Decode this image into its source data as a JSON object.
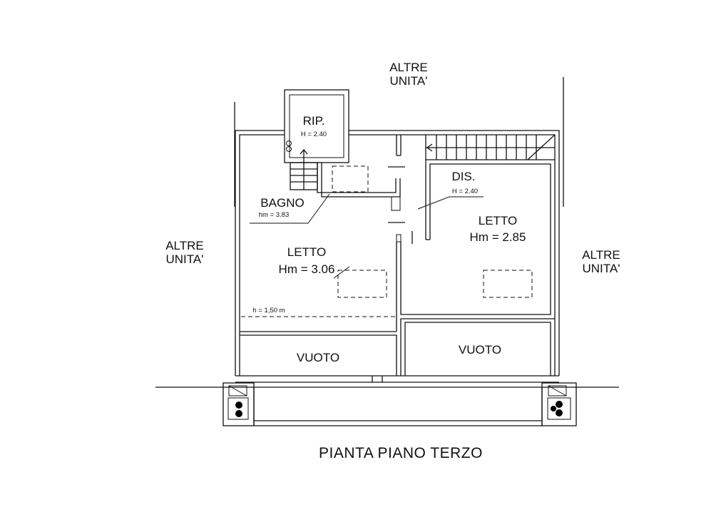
{
  "plan": {
    "title": "PIANTA PIANO TERZO",
    "neighbors": {
      "top_line1": "ALTRE",
      "top_line2": "UNITA'",
      "left_line1": "ALTRE",
      "left_line2": "UNITA'",
      "right_line1": "ALTRE",
      "right_line2": "UNITA'"
    },
    "rooms": {
      "rip": {
        "name": "RIP.",
        "height": "H = 2.40"
      },
      "bagno": {
        "name": "BAGNO",
        "height": "hm = 3.83"
      },
      "dis": {
        "name": "DIS.",
        "height": "H = 2.40"
      },
      "letto_left": {
        "name": "LETTO",
        "height": "Hm = 3.06"
      },
      "letto_right": {
        "name": "LETTO",
        "height": "Hm = 2.85"
      },
      "vuoto_left": {
        "name": "VUOTO"
      },
      "vuoto_right": {
        "name": "VUOTO"
      }
    },
    "limit_line": "h = 1,50 m"
  }
}
